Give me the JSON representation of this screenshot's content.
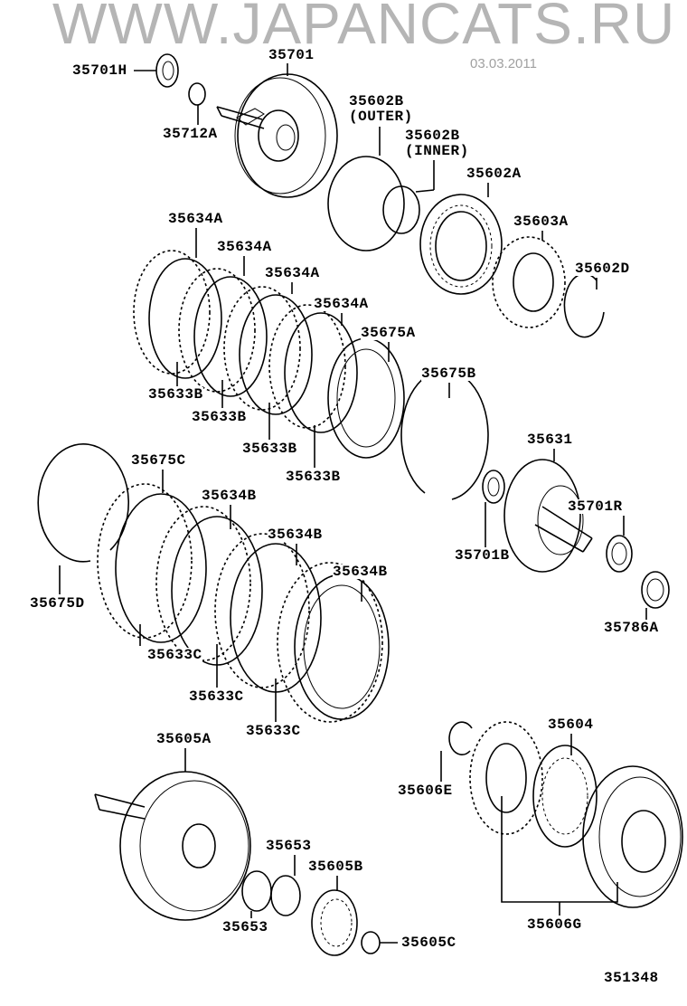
{
  "diagram_number": "351348",
  "watermark": "WWW.JAPANCATS.RU",
  "watermark_date": "03.03.2011",
  "labels": {
    "p35701H": "35701H",
    "p35701": "35701",
    "p35712A": "35712A",
    "p35602B_outer": "35602B",
    "outer": "(OUTER)",
    "p35602B_inner": "35602B",
    "inner": "(INNER)",
    "p35602A": "35602A",
    "p35603A": "35603A",
    "p35602D": "35602D",
    "p35634A": "35634A",
    "p35675A": "35675A",
    "p35633B": "35633B",
    "p35675B": "35675B",
    "p35631": "35631",
    "p35675C": "35675C",
    "p35634B": "35634B",
    "p35701R": "35701R",
    "p35701B": "35701B",
    "p35675D": "35675D",
    "p35786A": "35786A",
    "p35633C": "35633C",
    "p35604": "35604",
    "p35605A": "35605A",
    "p35606E": "35606E",
    "p35653": "35653",
    "p35605B": "35605B",
    "p35606G": "35606G",
    "p35605C": "35605C"
  }
}
